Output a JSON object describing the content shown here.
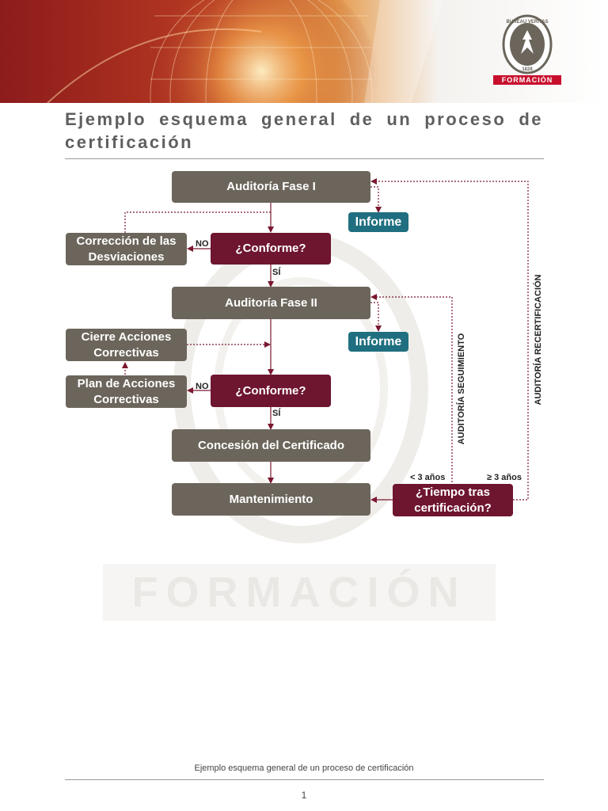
{
  "header": {
    "logo_text": "BUREAU VERITAS 1828",
    "logo_band": "FORMACIÓN"
  },
  "title": "Ejemplo esquema general de un proceso de certificación",
  "watermark_text": "FORMACIÓN",
  "diagram": {
    "nodes": {
      "fase1": "Auditoría Fase I",
      "informe1": "Informe",
      "correccion": "Corrección de las Desviaciones",
      "conforme1": "¿Conforme?",
      "fase2": "Auditoría Fase II",
      "informe2": "Informe",
      "cierre": "Cierre Acciones Correctivas",
      "plan": "Plan de Acciones Correctivas",
      "conforme2": "¿Conforme?",
      "concesion": "Concesión del Certificado",
      "mantenimiento": "Mantenimiento",
      "tiempo": "¿Tiempo tras certificación?"
    },
    "labels": {
      "no1": "NO",
      "si1": "SÍ",
      "no2": "NO",
      "si2": "SÍ",
      "lt3": "< 3 años",
      "ge3": "≥ 3 años",
      "seguimiento": "AUDITORÍA SEGUIMIENTO",
      "recertificacion": "AUDITORÍA RECERTIFICACIÓN"
    }
  },
  "footer": {
    "caption": "Ejemplo esquema general de un proceso de certificación",
    "page_number": "1"
  },
  "colors": {
    "gray_box": "#6b655b",
    "maroon_box": "#6e1530",
    "teal_box": "#1f6f80",
    "connector": "#7a1830"
  }
}
